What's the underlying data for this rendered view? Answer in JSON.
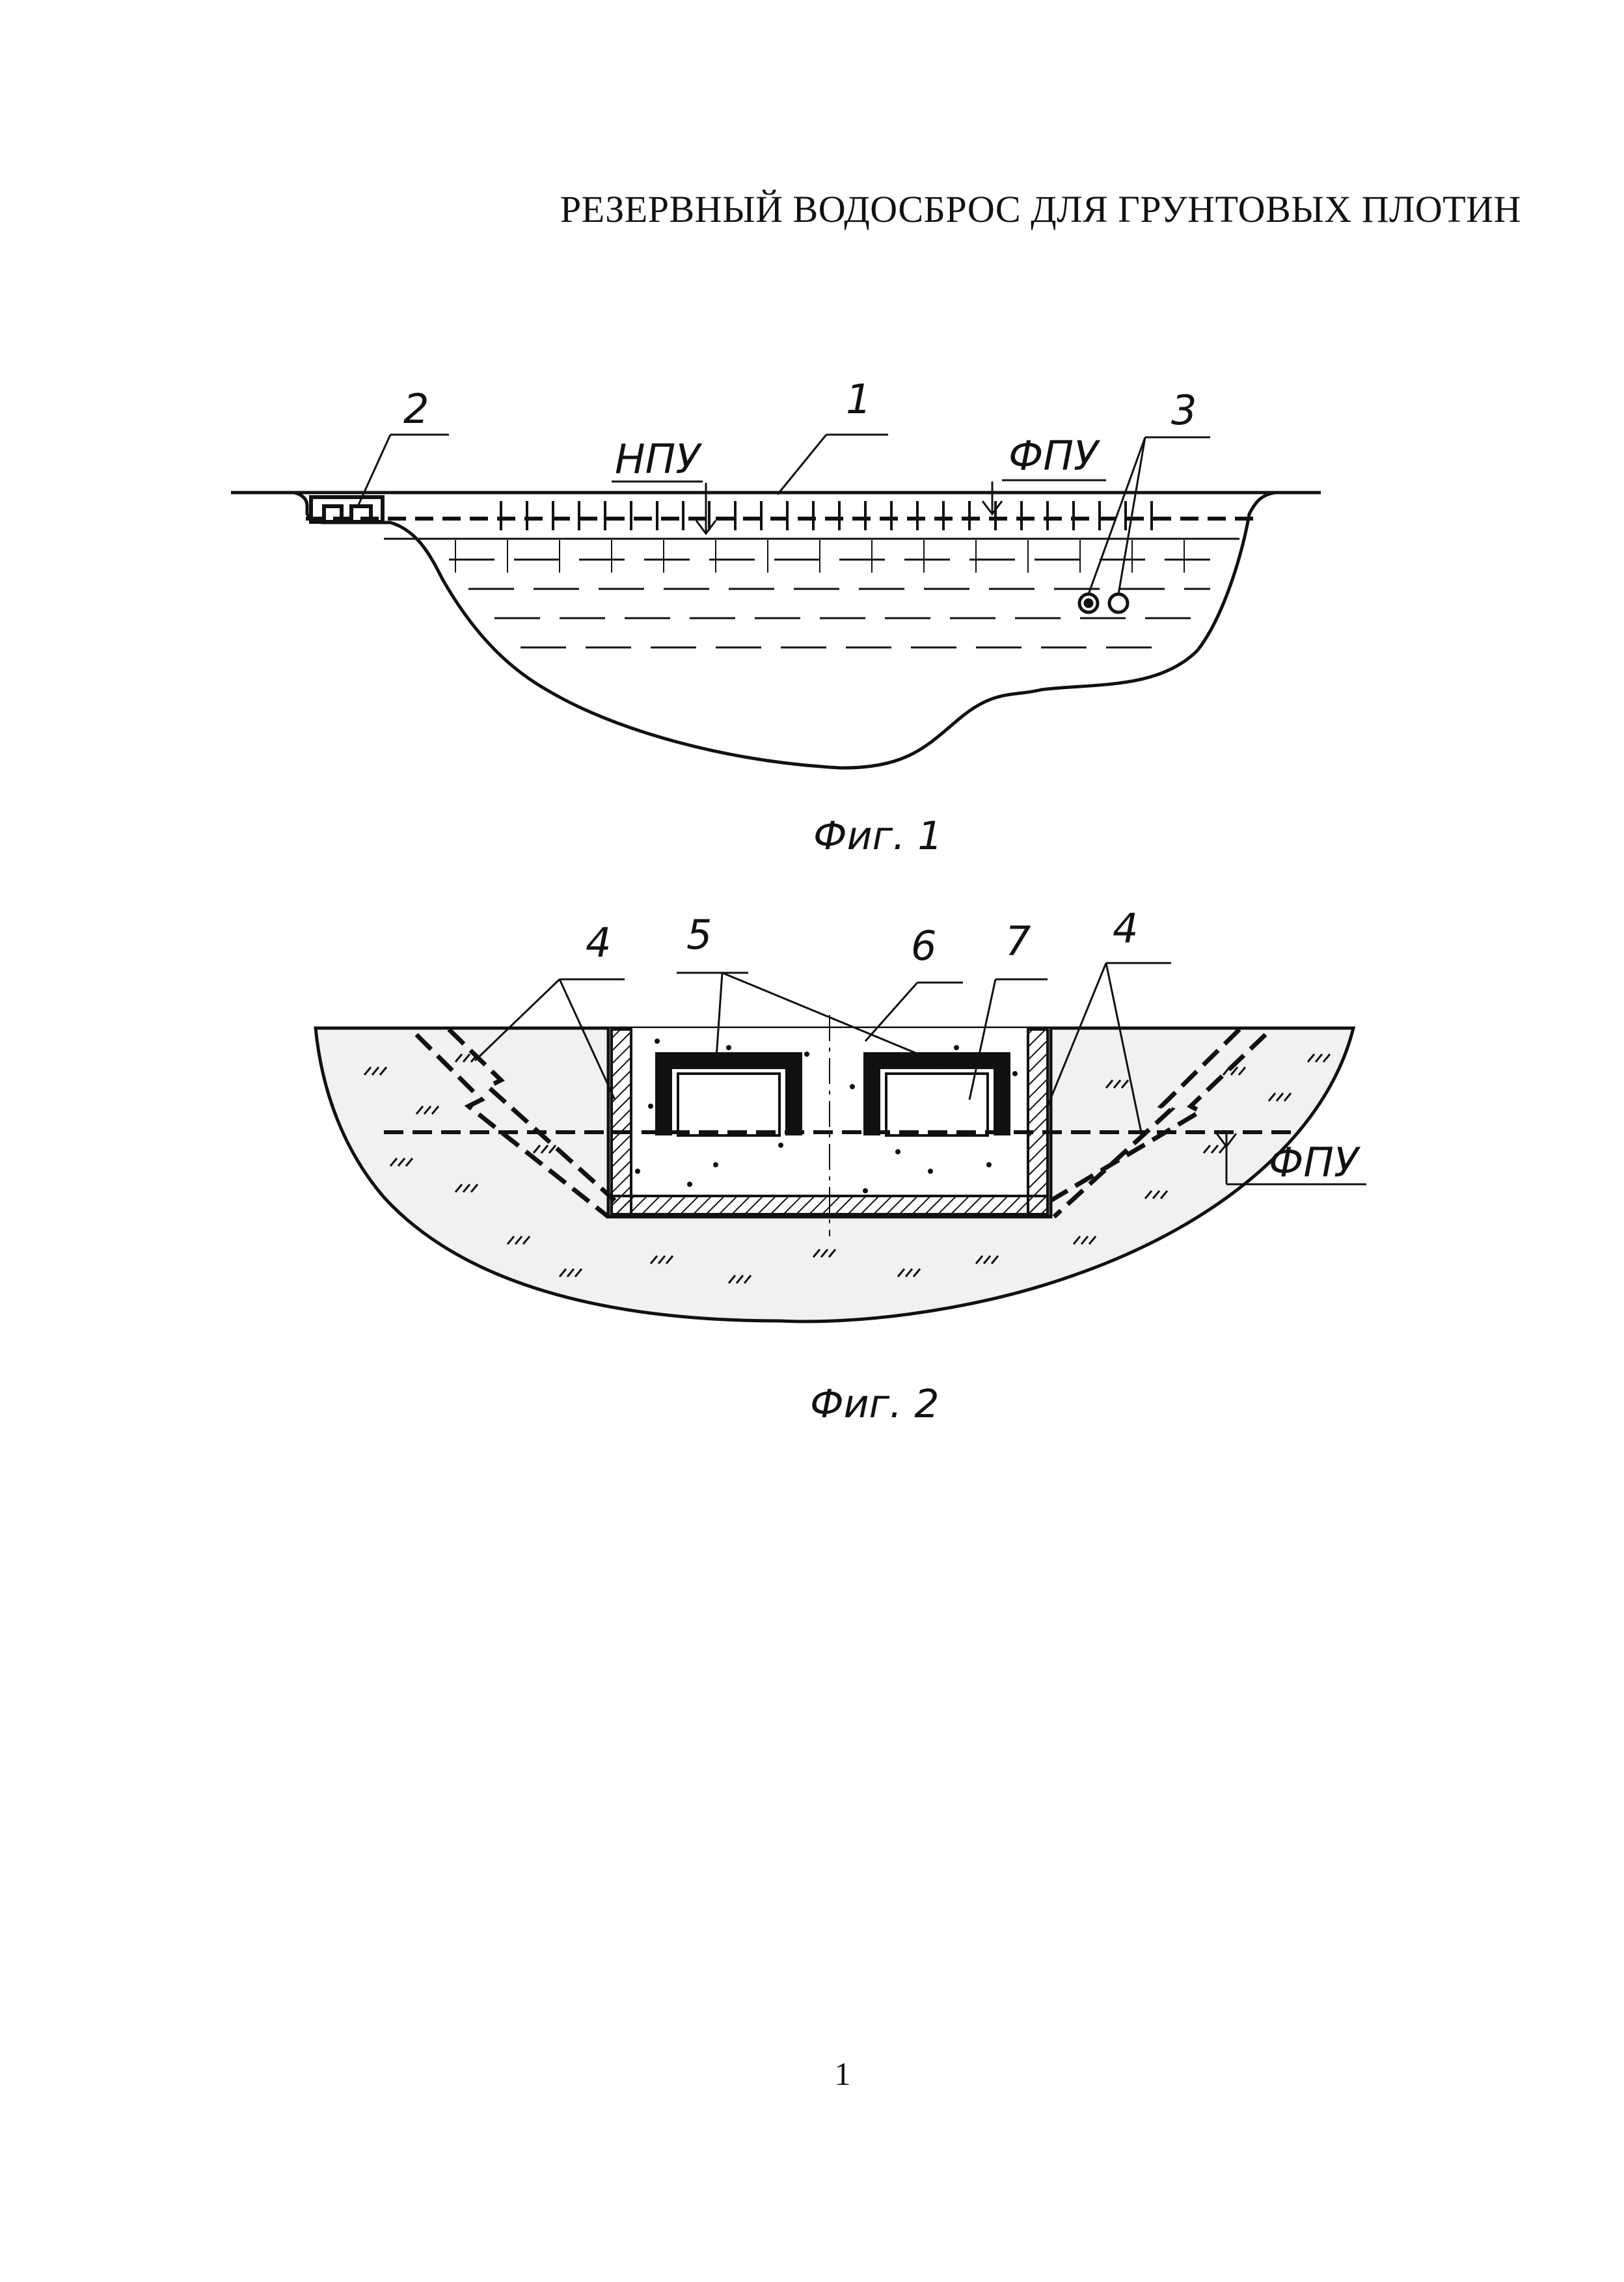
{
  "document": {
    "title": "РЕЗЕРВНЫЙ ВОДОСБРОС ДЛЯ ГРУНТОВЫХ ПЛОТИН",
    "page_number": "1"
  },
  "figure1": {
    "caption": "Фиг. 1",
    "labels": {
      "l1": "1",
      "l2": "2",
      "l3": "3",
      "npu": "НПУ",
      "fpu": "ФПУ"
    }
  },
  "figure2": {
    "caption": "Фиг. 2",
    "labels": {
      "l4a": "4",
      "l4b": "4",
      "l5": "5",
      "l6": "6",
      "l7": "7",
      "fpu": "ФПУ"
    }
  },
  "colors": {
    "ink": "#111111",
    "soil": "#f1f1f1",
    "paper": "#ffffff"
  }
}
